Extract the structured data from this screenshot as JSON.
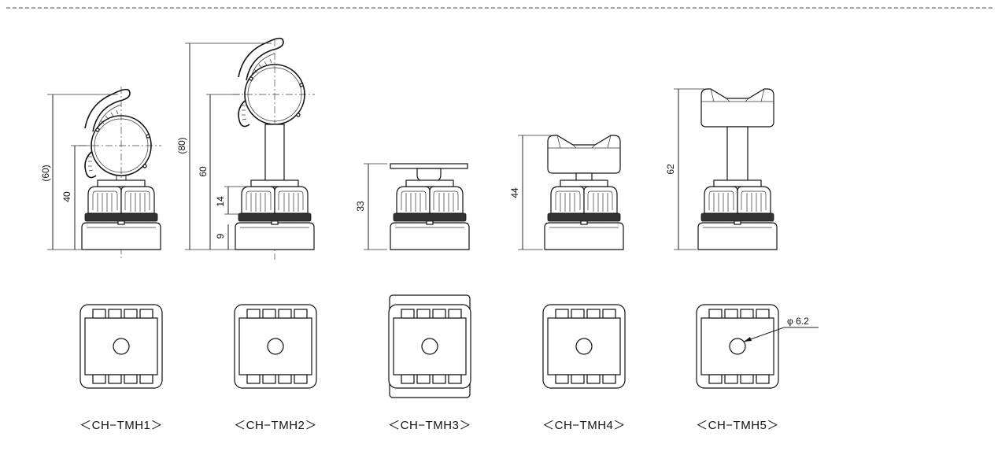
{
  "colors": {
    "line": "#111111",
    "background": "#ffffff",
    "dark_fill": "#333333"
  },
  "models": [
    {
      "id": "tmh1",
      "label": "＜CH−TMH1＞",
      "dimensions": [
        "(60)",
        "40"
      ]
    },
    {
      "id": "tmh2",
      "label": "＜CH−TMH2＞",
      "dimensions": [
        "(80)",
        "60",
        "14",
        "9"
      ]
    },
    {
      "id": "tmh3",
      "label": "＜CH−TMH3＞",
      "dimensions": [
        "33"
      ]
    },
    {
      "id": "tmh4",
      "label": "＜CH−TMH4＞",
      "dimensions": [
        "44"
      ]
    },
    {
      "id": "tmh5",
      "label": "＜CH−TMH5＞",
      "dimensions": [
        "62"
      ]
    }
  ],
  "hole_callout": "φ 6.2"
}
